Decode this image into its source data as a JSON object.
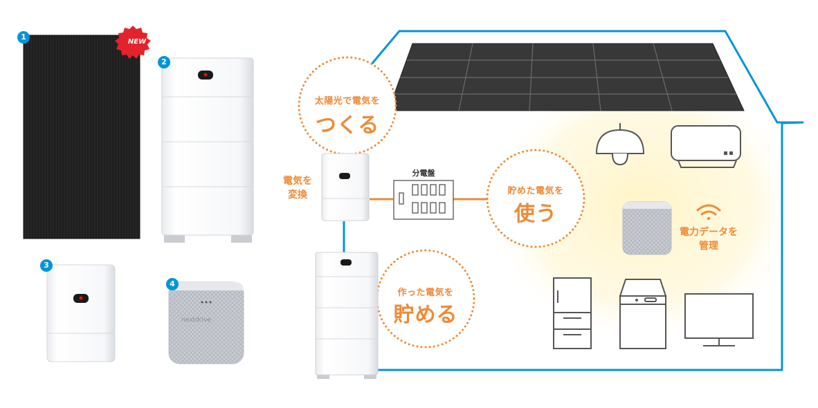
{
  "products": [
    {
      "number": "1",
      "badge": "NEW"
    },
    {
      "number": "2"
    },
    {
      "number": "3"
    },
    {
      "number": "4",
      "brand": "nextdrive"
    }
  ],
  "labels": {
    "generate_line1": "太陽光で電気を",
    "generate_line2": "つくる",
    "convert_line1": "電気を",
    "convert_line2": "変換",
    "store_line1": "作った電気を",
    "store_line2": "貯める",
    "use_line1": "貯めた電気を",
    "use_line2": "使う",
    "manage_line1": "電力データを",
    "manage_line2": "管理",
    "distribution_panel": "分電盤"
  },
  "colors": {
    "accent_orange": "#ef8a36",
    "house_blue": "#0096d6",
    "badge_red": "#e4222b",
    "line_gray": "#555555"
  }
}
